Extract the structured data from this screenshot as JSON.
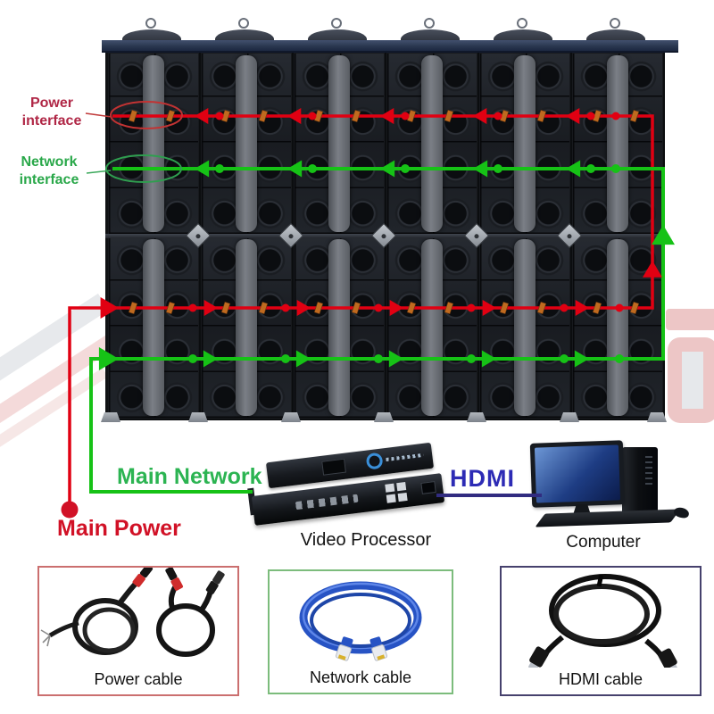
{
  "labels": {
    "power_interface": "Power interface",
    "network_interface": "Network interface",
    "main_power": "Main Power",
    "main_network": "Main Network",
    "hdmi": "HDMI",
    "video_processor": "Video Processor",
    "computer": "Computer"
  },
  "cable_boxes": [
    {
      "label": "Power cable"
    },
    {
      "label": "Network cable"
    },
    {
      "label": "HDMI cable"
    }
  ],
  "panel": {
    "columns": 6,
    "rows": 2,
    "cabinets": 12
  },
  "colors": {
    "power_line": "#e10012",
    "network_line": "#16c216",
    "power_label": "#b02746",
    "network_label": "#2aa84a",
    "main_power": "#d11126",
    "main_network": "#2cb452",
    "hdmi": "#2d2bb5",
    "hdmi_underline": "#312c80",
    "box_power_border": "#cb6f6f",
    "box_network_border": "#7cbc7c",
    "box_hdmi_border": "#46416d",
    "highlight_power_circle": "#c23333",
    "highlight_network_circle": "#2f9e4f"
  }
}
